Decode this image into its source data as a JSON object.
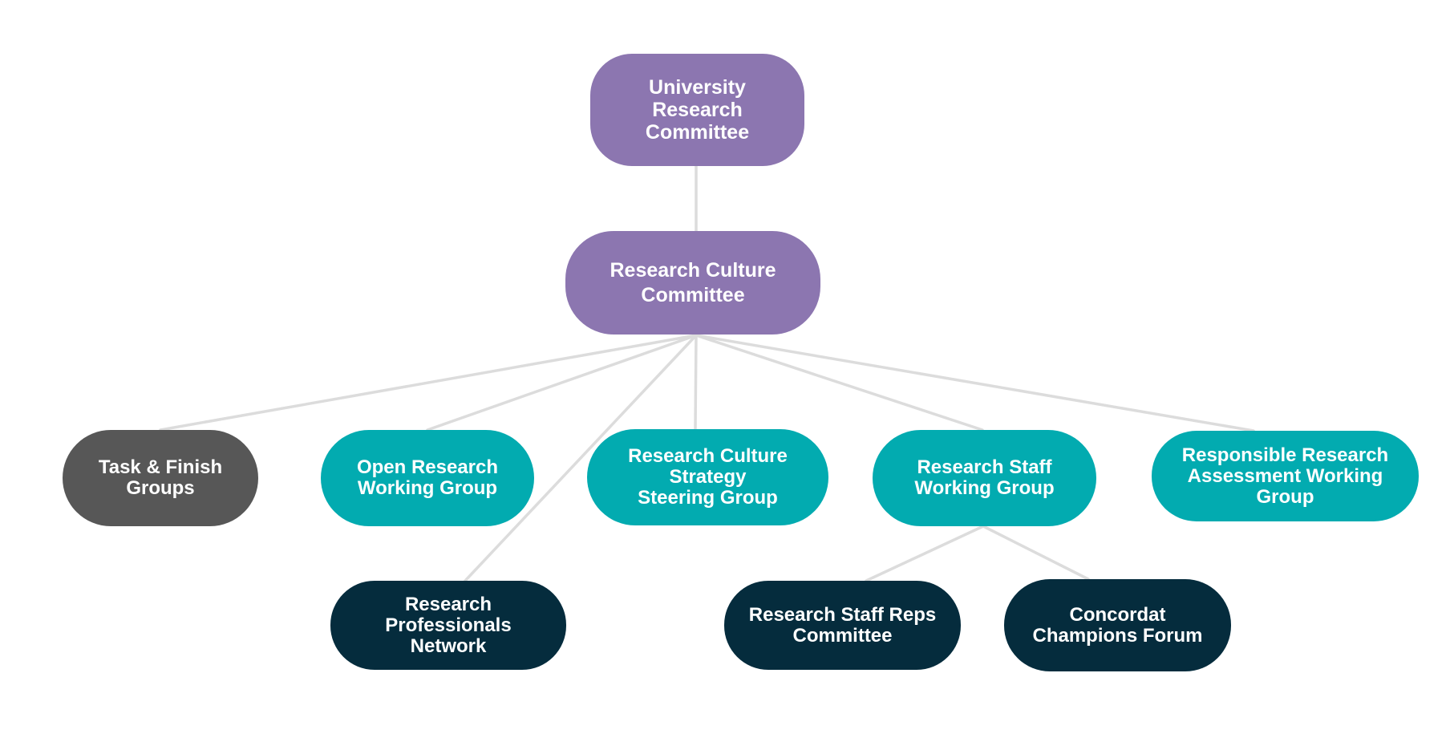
{
  "diagram": {
    "type": "organisation-chart",
    "colors": {
      "committee": "#8c76b0",
      "working_group": "#02abb0",
      "task_group": "#575757",
      "sub_group": "#052c3d",
      "connector": "#dcdcdc",
      "text": "#ffffff"
    },
    "nodes": {
      "university_research_committee": {
        "label": "University\nResearch\nCommittee",
        "level": 1
      },
      "research_culture_committee": {
        "label": "Research Culture\nCommittee",
        "level": 2,
        "parent": "university_research_committee"
      },
      "task_finish_groups": {
        "label": "Task & Finish\nGroups",
        "level": 3,
        "parent": "research_culture_committee"
      },
      "open_research_wg": {
        "label": "Open Research\nWorking Group",
        "level": 3,
        "parent": "research_culture_committee"
      },
      "strategy_steering_group": {
        "label": "Research Culture\nStrategy\nSteering Group",
        "level": 3,
        "parent": "research_culture_committee"
      },
      "research_staff_wg": {
        "label": "Research Staff\nWorking Group",
        "level": 3,
        "parent": "research_culture_committee"
      },
      "responsible_research_assessment_wg": {
        "label": "Responsible Research\nAssessment Working\nGroup",
        "level": 3,
        "parent": "research_culture_committee"
      },
      "research_professionals_network": {
        "label": "Research\nProfessionals\nNetwork",
        "level": 4,
        "parent": "research_culture_committee"
      },
      "research_staff_reps_committee": {
        "label": "Research Staff Reps\nCommittee",
        "level": 4,
        "parent": "research_staff_wg"
      },
      "concordat_champions_forum": {
        "label": "Concordat\nChampions Forum",
        "level": 4,
        "parent": "research_staff_wg"
      }
    },
    "edges": [
      [
        "university_research_committee",
        "research_culture_committee"
      ],
      [
        "research_culture_committee",
        "task_finish_groups"
      ],
      [
        "research_culture_committee",
        "open_research_wg"
      ],
      [
        "research_culture_committee",
        "research_professionals_network"
      ],
      [
        "research_culture_committee",
        "strategy_steering_group"
      ],
      [
        "research_culture_committee",
        "research_staff_wg"
      ],
      [
        "research_culture_committee",
        "responsible_research_assessment_wg"
      ],
      [
        "research_staff_wg",
        "research_staff_reps_committee"
      ],
      [
        "research_staff_wg",
        "concordat_champions_forum"
      ]
    ]
  }
}
